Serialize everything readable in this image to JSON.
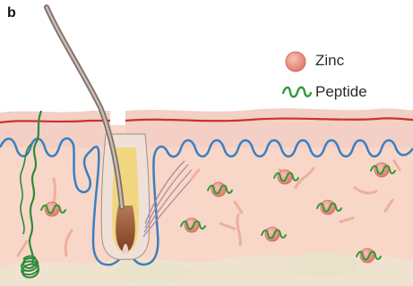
{
  "panel_label": "b",
  "legend": [
    {
      "label": "Zinc",
      "icon": "zinc-icon",
      "color": "#e9867a"
    },
    {
      "label": "Peptide",
      "icon": "peptide-icon",
      "color": "#2f9a36"
    }
  ],
  "colors": {
    "epidermis_top": "#f2c8bf",
    "dermis": "#f8d7c8",
    "stratum_corneum_line": "#c8332b",
    "basement_membrane": "#3a7fc1",
    "hair": "#8c6b5a",
    "hair_bulb": "#8a4a2a",
    "nerve_vessel": "#2f8a3a",
    "capillaries": "#f0b1a4"
  }
}
